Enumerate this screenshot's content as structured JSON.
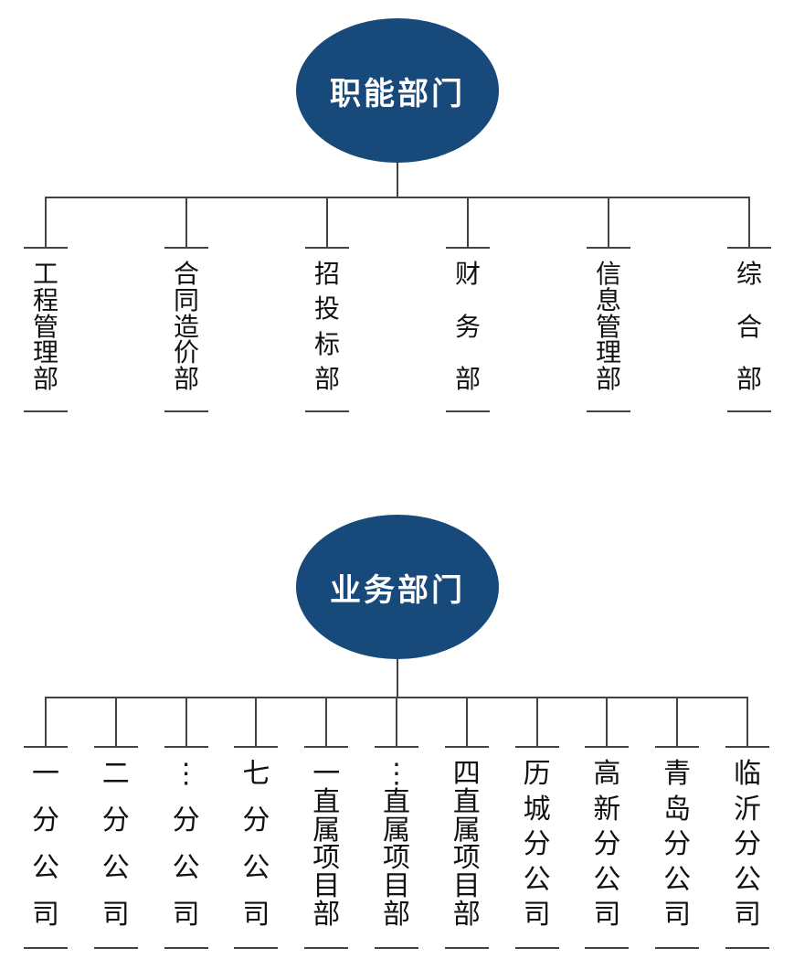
{
  "diagram": {
    "type": "org-chart",
    "colors": {
      "node_fill": "#17497B",
      "node_text": "#FFFFFF",
      "line": "#424242",
      "label_text": "#111111",
      "background": "#FFFFFF"
    },
    "sections": [
      {
        "id": "functional-departments",
        "root": "职能部门",
        "children": [
          "工程管理部",
          "合同造价部",
          "招投标部",
          "财务部",
          "信息管理部",
          "综合部"
        ]
      },
      {
        "id": "business-departments",
        "root": "业务部门",
        "children": [
          "一分公司",
          "二分公司",
          "⋮分公司",
          "七分公司",
          "一直属项目部",
          "⋮直属项目部",
          "四直属项目部",
          "历城分公司",
          "高新分公司",
          "青岛分公司",
          "临沂分公司"
        ]
      }
    ]
  }
}
